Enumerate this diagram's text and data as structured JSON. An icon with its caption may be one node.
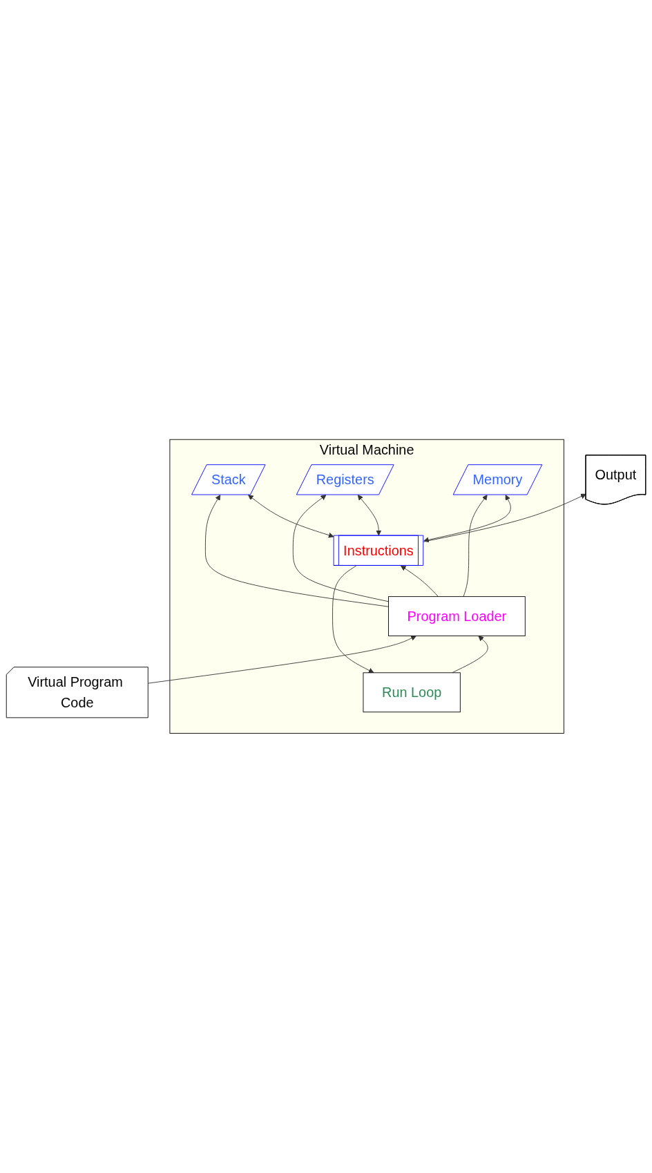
{
  "diagram": {
    "nodes": [
      {
        "text": [
          "Output"
        ]
      },
      {
        "text": [
          "Virtual Machine"
        ]
      },
      {
        "text": [
          "Run Loop"
        ],
        "in": 1
      },
      {
        "text": [
          "Instructions"
        ],
        "in": 1
      },
      {
        "text": [
          "Stack"
        ],
        "in": 1
      },
      {
        "text": [
          "Registers"
        ],
        "in": 1
      },
      {
        "text": [
          "Memory"
        ],
        "in": 1
      },
      {
        "text": [
          "Program Loader"
        ],
        "in": 1
      },
      {
        "text": [
          "Virtual Program Code"
        ]
      }
    ],
    "edges": [
      {
        "from": 3,
        "to": 0,
        "arrow": "to"
      },
      {
        "from": 3,
        "to": 2,
        "arrow": "to"
      },
      {
        "from": 3,
        "to": 6,
        "arrow": "both"
      },
      {
        "from": 3,
        "to": 5,
        "arrow": "both"
      },
      {
        "from": 3,
        "to": 4,
        "arrow": "both"
      },
      {
        "from": 7,
        "to": 3,
        "arrow": "to"
      },
      {
        "from": 7,
        "to": 4,
        "arrow": "to"
      },
      {
        "from": 7,
        "to": 5,
        "arrow": "to"
      },
      {
        "from": 7,
        "to": 6,
        "arrow": "to"
      },
      {
        "from": 2,
        "to": 7,
        "arrow": "to"
      },
      {
        "from": 8,
        "to": 7,
        "arrow": "to"
      }
    ]
  }
}
